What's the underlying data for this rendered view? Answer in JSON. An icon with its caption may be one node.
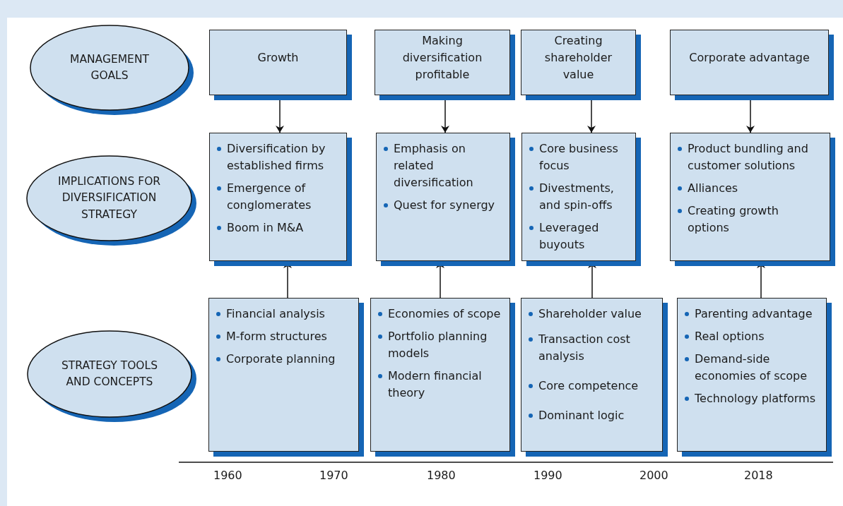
{
  "diagram": {
    "nodes": [
      {
        "text": [
          "MANAGEMENT GOALS"
        ]
      },
      {
        "text": [
          "Growth"
        ]
      },
      {
        "text": [
          "Making diversification profitable"
        ]
      },
      {
        "text": [
          "Creating shareholder value"
        ]
      },
      {
        "text": [
          "Corporate advantage"
        ]
      },
      {
        "text": [
          "IMPLICATIONS FOR DIVERSIFICATION STRATEGY"
        ]
      },
      {
        "text": [
          "Diversification by established firms",
          "Emergence of conglomerates",
          "Boom in M&A"
        ]
      },
      {
        "text": [
          "Emphasis on related diversification",
          "Quest for synergy"
        ]
      },
      {
        "text": [
          "Core business focus",
          "Divestments, and spin-offs",
          "Leveraged buyouts"
        ]
      },
      {
        "text": [
          "Product bundling and customer solutions",
          "Alliances",
          "Creating growth options"
        ]
      },
      {
        "text": [
          "STRATEGY TOOLS AND CONCEPTS"
        ]
      },
      {
        "text": [
          "Financial analysis",
          "M-form structures",
          "Corporate planning"
        ]
      },
      {
        "text": [
          "Economies of scope",
          "Portfolio planning models",
          "Modern financial theory"
        ]
      },
      {
        "text": [
          "Shareholder value",
          "Transaction cost analysis",
          "Core competence",
          "Dominant logic"
        ]
      },
      {
        "text": [
          "Parenting advantage",
          "Real options",
          "Demand-side economies of scope",
          "Technology platforms"
        ]
      }
    ],
    "edges": [
      {
        "from": 1,
        "to": 6,
        "arrow": "to"
      },
      {
        "from": 2,
        "to": 7,
        "arrow": "to"
      },
      {
        "from": 3,
        "to": 8,
        "arrow": "to"
      },
      {
        "from": 4,
        "to": 9,
        "arrow": "to"
      },
      {
        "from": 11,
        "to": 6,
        "arrow": "to"
      },
      {
        "from": 12,
        "to": 7,
        "arrow": "to"
      },
      {
        "from": 13,
        "to": 8,
        "arrow": "to"
      },
      {
        "from": 14,
        "to": 9,
        "arrow": "to"
      }
    ],
    "labels": [
      "1960",
      "1970",
      "1980",
      "1990",
      "2000",
      "2018"
    ]
  }
}
